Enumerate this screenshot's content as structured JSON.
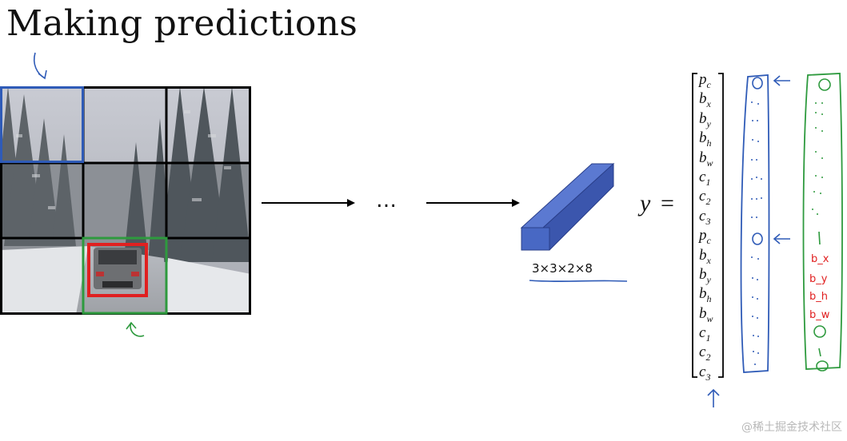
{
  "title": "Making predictions",
  "pipeline": {
    "ellipsis": "…",
    "output_dims": "3×3×2×8"
  },
  "vector": {
    "y_symbol": "y",
    "equals": "=",
    "labels": [
      {
        "base": "p",
        "sub": "c"
      },
      {
        "base": "b",
        "sub": "x"
      },
      {
        "base": "b",
        "sub": "y"
      },
      {
        "base": "b",
        "sub": "h"
      },
      {
        "base": "b",
        "sub": "w"
      },
      {
        "base": "c",
        "sub": "1"
      },
      {
        "base": "c",
        "sub": "2"
      },
      {
        "base": "c",
        "sub": "3"
      },
      {
        "base": "p",
        "sub": "c"
      },
      {
        "base": "b",
        "sub": "x"
      },
      {
        "base": "b",
        "sub": "y"
      },
      {
        "base": "b",
        "sub": "h"
      },
      {
        "base": "b",
        "sub": "w"
      },
      {
        "base": "c",
        "sub": "1"
      },
      {
        "base": "c",
        "sub": "2"
      },
      {
        "base": "c",
        "sub": "3"
      }
    ]
  },
  "handwritten_green_red": [
    "b_x",
    "b_y",
    "b_h",
    "b_w"
  ],
  "watermark": "@稀土掘金技术社区",
  "colors": {
    "blue": "#2f5bb7",
    "green": "#2e9a3e",
    "red": "#e02020",
    "cube": "#3f5fc0"
  }
}
